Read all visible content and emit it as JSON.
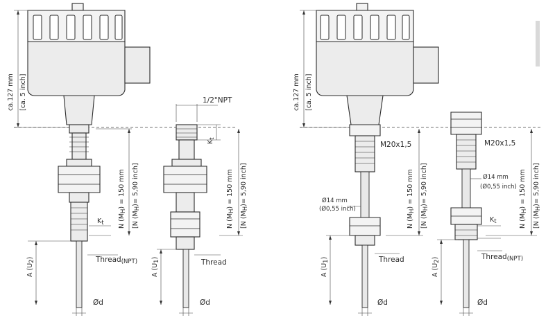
{
  "labels": {
    "head_height": "ca.127 mm",
    "head_height_inch": "[ca. 5 inch]",
    "head_height_r": "ca.127 mm",
    "head_height_inch_r": "[ca. 5 inch]",
    "npt_half": "1/2\"NPT",
    "kt": "K",
    "kt_sub": "t",
    "kt2": "K",
    "kt2_sub": "t",
    "kt3": "K",
    "kt3_sub": "t",
    "n_mh_1": "N (M",
    "n_mh_1_sub": "H",
    "n_mh_1_rest": ") = 150  mm",
    "n_inch_1": "[N (M",
    "n_inch_1_sub": "H",
    "n_inch_1_rest": ")= 5,90 inch]",
    "n_mh_2": "N (M",
    "n_mh_2_sub": "H",
    "n_mh_2_rest": ") = 150  mm",
    "n_inch_2": "[N (M",
    "n_inch_2_sub": "H",
    "n_inch_2_rest": ")= 5,90 inch]",
    "n_mh_3": "N (M",
    "n_mh_3_sub": "H",
    "n_mh_3_rest": ") = 150  mm",
    "n_inch_3": "[N (M",
    "n_inch_3_sub": "H",
    "n_inch_3_rest": ")= 5,90 inch]",
    "n_mh_4": "N (M",
    "n_mh_4_sub": "H",
    "n_mh_4_rest": ") = 150  mm",
    "n_inch_4": "[N (M",
    "n_inch_4_sub": "H",
    "n_inch_4_rest": ")= 5,90 inch]",
    "a_u2_1": "A (U",
    "a_u2_1_sub": "2",
    "a_u1_2": "A (U",
    "a_u1_2_sub": "1",
    "a_u1_3": "A (U",
    "a_u1_3_sub": "1",
    "a_u2_4": "A (U",
    "a_u2_4_sub": "2",
    "thread_npt_1": "Thread",
    "thread_npt_1_sub": "(NPT)",
    "thread_2": "Thread",
    "thread_3": "Thread",
    "thread_npt_4": "Thread",
    "thread_npt_4_sub": "(NPT)",
    "m20_3": "M20x1,5",
    "m20_4": "M20x1,5",
    "d14_3": "Ø14 mm",
    "d14_3_inch": "(Ø0,55 inch)",
    "d14_4": "Ø14 mm",
    "d14_4_inch": "(Ø0,55 inch)",
    "od_1": "Ød",
    "od_2": "Ød",
    "od_3": "Ød",
    "od_4": "Ød",
    "close_paren": ")"
  }
}
